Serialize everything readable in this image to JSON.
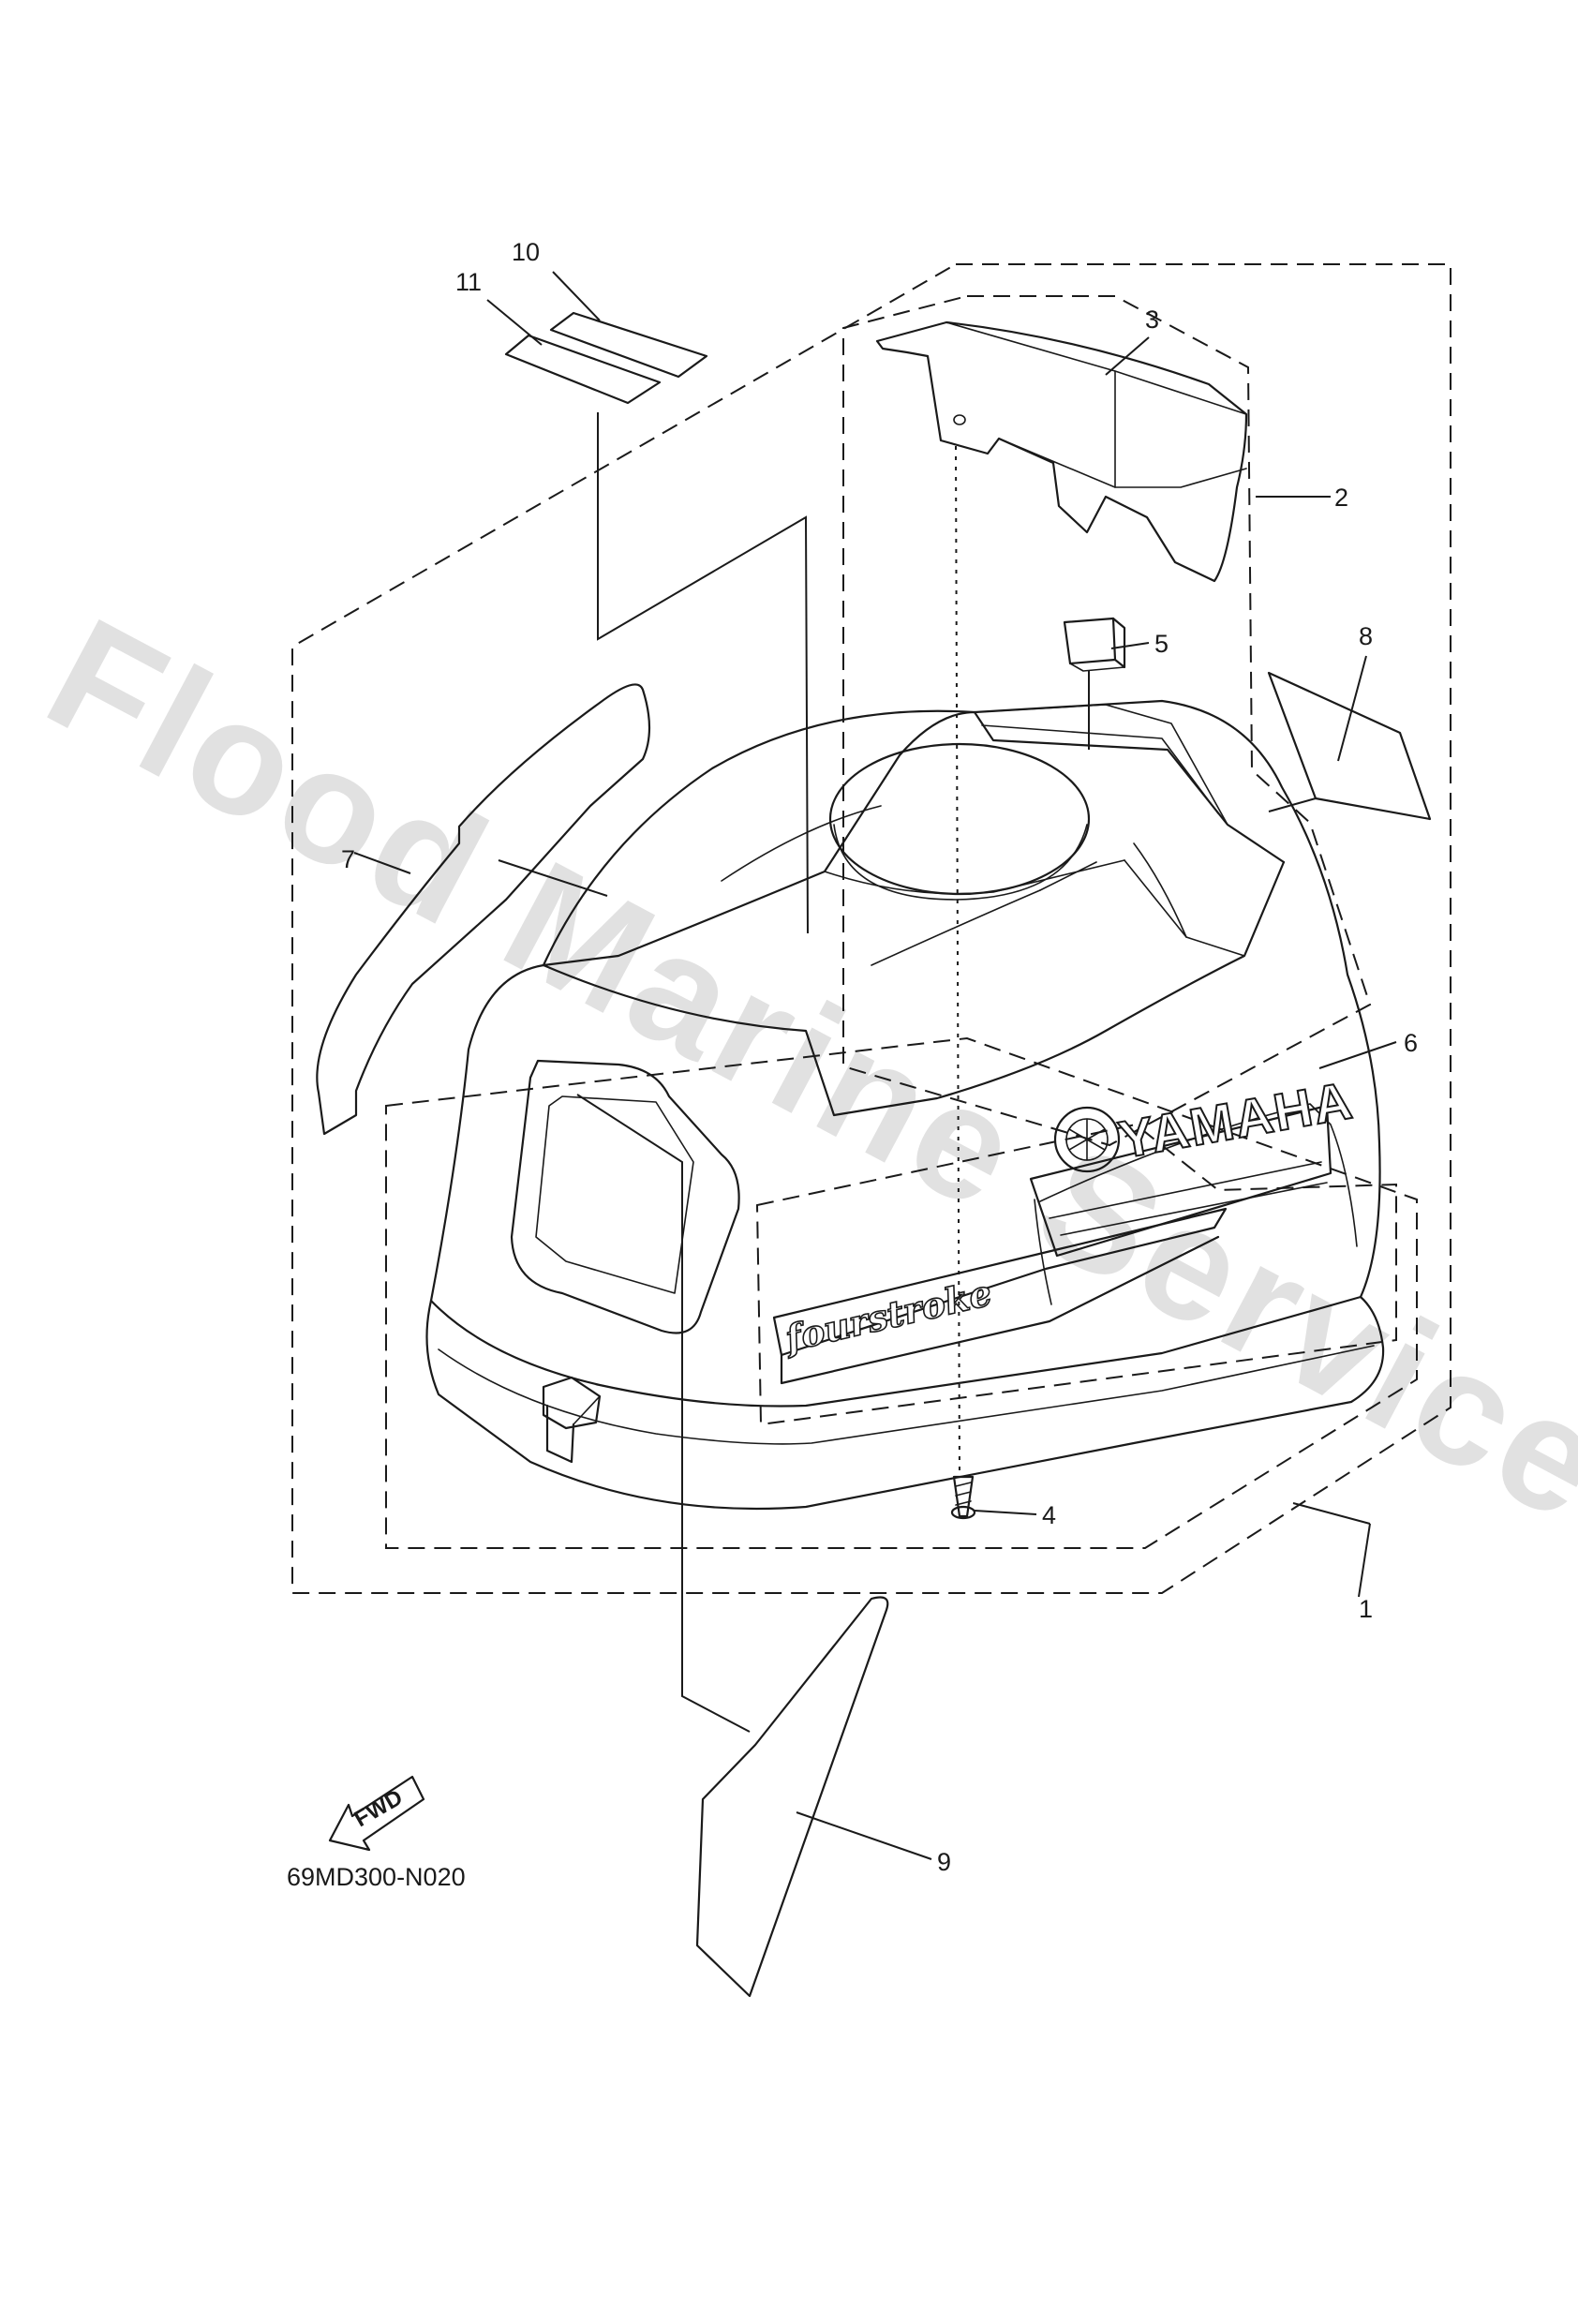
{
  "diagram": {
    "part_code": "69MD300-N020",
    "fwd_label": "FWD",
    "watermark": "Flood Marine Services",
    "brand_text": "YAMAHA",
    "model_text": "fourstroke",
    "callouts": [
      "1",
      "2",
      "3",
      "4",
      "5",
      "6",
      "7",
      "8",
      "9",
      "10",
      "11"
    ]
  },
  "colors": {
    "line": "#1a1a1a",
    "watermark": "#c8c8c8",
    "background": "#ffffff"
  }
}
